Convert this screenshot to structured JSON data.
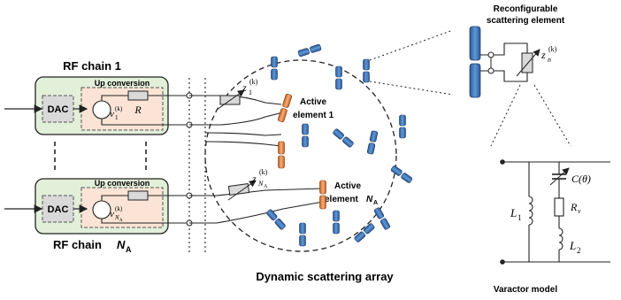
{
  "labels": {
    "rf_chain_1": "RF chain 1",
    "rf_chain_na": "RF chain ",
    "rf_chain_na_sym": "N",
    "rf_chain_na_sub": "A",
    "up_conversion": "Up conversion",
    "dac": "DAC",
    "resistor_r": "R",
    "v_sym": "v",
    "v1_sub": "1",
    "vna_sub": "N",
    "vna_subsub": "A",
    "k_sup": "(k)",
    "z_sym": "z",
    "z1_sub": "1",
    "zna_sub": "N",
    "zna_subsub": "A",
    "zn_sub": "n",
    "active_element_word": "Active",
    "active_element_1": "element 1",
    "active_element_na": "element ",
    "active_element_na_sym": "N",
    "active_element_na_sub": "A",
    "reconfigurable_line1": "Reconfigurable",
    "reconfigurable_line2": "scattering element",
    "dynamic_scattering_array": "Dynamic scattering array",
    "varactor_model": "Varactor model",
    "c_theta": "C(θ)",
    "r_v": "R",
    "r_v_sub": "v",
    "l1": "L",
    "l1_sub": "1",
    "l2": "L",
    "l2_sub": "2"
  },
  "colors": {
    "chain_fill": "#e2efd9",
    "upconv_fill": "#fbe4d5",
    "dac_fill": "#d9d9d9",
    "passive_element": "#4472c4",
    "active_element": "#ed7d31",
    "stroke": "#222222"
  }
}
